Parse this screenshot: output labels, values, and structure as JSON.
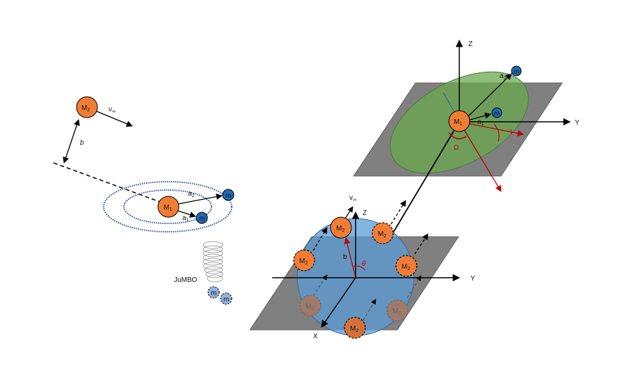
{
  "colors": {
    "body_orange": "#f07c36",
    "body_brown": "#9e7a6a",
    "planet_blue": "#1f6ab4",
    "jumbo_blue": "#8fb4e0",
    "orbit_dotted": "#2f4f9a",
    "plane_gray": "#808080",
    "disk_green": "#6aa84f",
    "sphere_blue": "#5b9bd5",
    "red_vector": "#c00000"
  },
  "left": {
    "impactor": {
      "base": "M",
      "sub": "2"
    },
    "velocity": {
      "base": "v",
      "sub": "∞"
    },
    "impact_parameter": "b",
    "host": {
      "base": "M",
      "sub": "1"
    },
    "semi_major_inner": {
      "base": "a",
      "sub": "1"
    },
    "semi_major_outer": {
      "base": "a",
      "sub": "2"
    },
    "planet": "m",
    "jumbo_label": "JuMBO",
    "jumbo_planet_a": "m",
    "jumbo_planet_b": "m"
  },
  "top_right": {
    "axis_z": "Z",
    "axis_y": "Y",
    "host": {
      "base": "M",
      "sub": "1"
    },
    "planet_outer": "m",
    "planet_inner": "m",
    "semi_major_outer": {
      "base": "a",
      "sub": "2"
    },
    "semi_major_inner": {
      "base": "a",
      "sub": "1"
    },
    "inclination": "I",
    "node_angle": "Ω"
  },
  "bottom": {
    "axis_x": "X",
    "axis_y": "Y",
    "axis_z": "Z",
    "velocity": {
      "base": "v",
      "sub": "∞"
    },
    "impact_parameter": "b",
    "angle": "θ",
    "impactor": {
      "base": "M",
      "sub": "2"
    }
  }
}
